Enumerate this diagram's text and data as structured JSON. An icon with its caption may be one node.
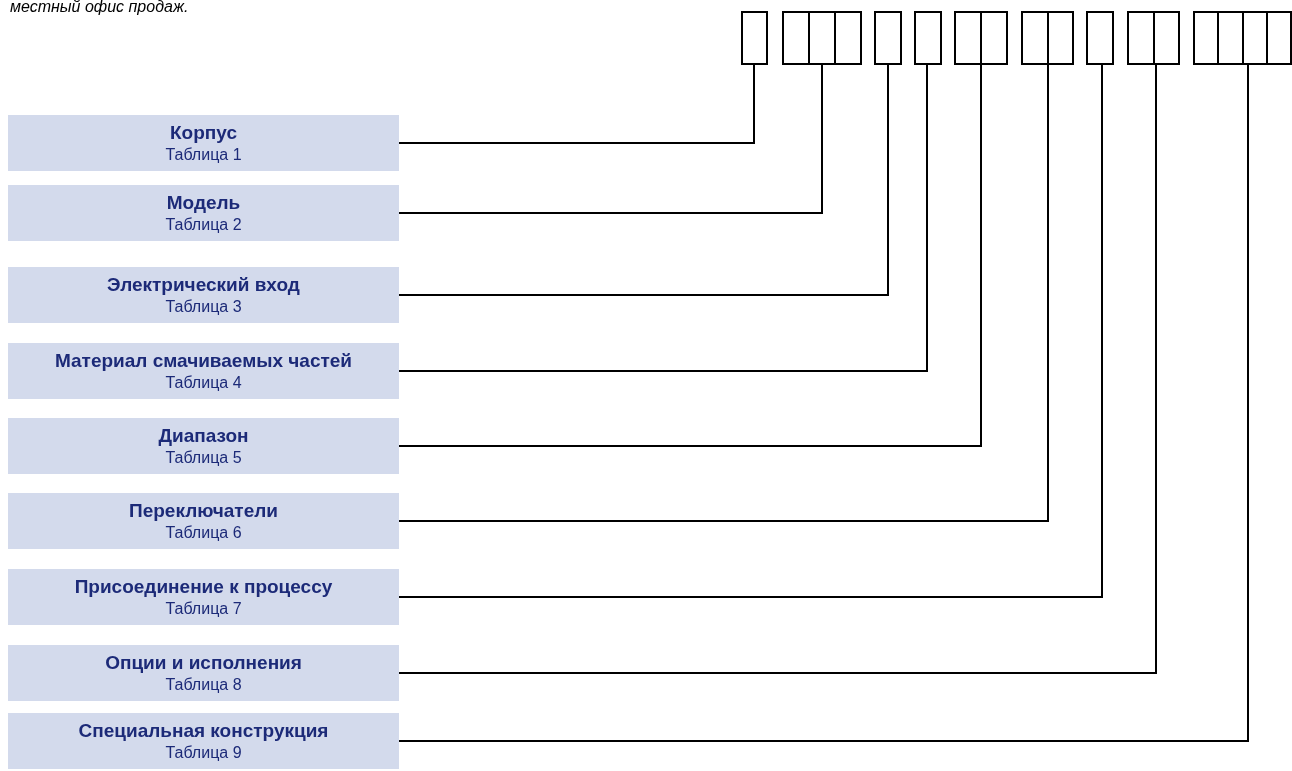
{
  "diagram": {
    "nodes": [
      {
        "text": [
          "Корпус",
          "Таблица 1"
        ]
      },
      {
        "text": [
          "Модель",
          "Таблица 2"
        ]
      },
      {
        "text": [
          "Электрический вход",
          "Таблица 3"
        ]
      },
      {
        "text": [
          "Материал смачиваемых частей",
          "Таблица 4"
        ]
      },
      {
        "text": [
          "Диапазон",
          "Таблица 5"
        ]
      },
      {
        "text": [
          "Переключатели",
          "Таблица 6"
        ]
      },
      {
        "text": [
          "Присоединение к процессу",
          "Таблица 7"
        ]
      },
      {
        "text": [
          "Опции и исполнения",
          "Таблица 8"
        ]
      },
      {
        "text": [
          "Специальная конструкция",
          "Таблица 9"
        ]
      },
      {
        "text": [],
        "shape": "box"
      },
      {
        "text": [],
        "shape": "box"
      },
      {
        "text": [],
        "shape": "box"
      },
      {
        "text": [],
        "shape": "box"
      },
      {
        "text": [],
        "shape": "box"
      },
      {
        "text": [],
        "shape": "box"
      },
      {
        "text": [],
        "shape": "box"
      },
      {
        "text": [],
        "shape": "box"
      },
      {
        "text": [],
        "shape": "box"
      }
    ],
    "edges": [
      {
        "from": 0,
        "to": 9,
        "arrow": "none"
      },
      {
        "from": 1,
        "to": 10,
        "arrow": "none"
      },
      {
        "from": 2,
        "to": 11,
        "arrow": "none"
      },
      {
        "from": 3,
        "to": 12,
        "arrow": "none"
      },
      {
        "from": 4,
        "to": 13,
        "arrow": "none"
      },
      {
        "from": 5,
        "to": 14,
        "arrow": "none"
      },
      {
        "from": 6,
        "to": 15,
        "arrow": "none"
      },
      {
        "from": 7,
        "to": 16,
        "arrow": "none"
      },
      {
        "from": 8,
        "to": 17,
        "arrow": "none"
      }
    ],
    "labels": [
      "местный офис продаж."
    ]
  }
}
